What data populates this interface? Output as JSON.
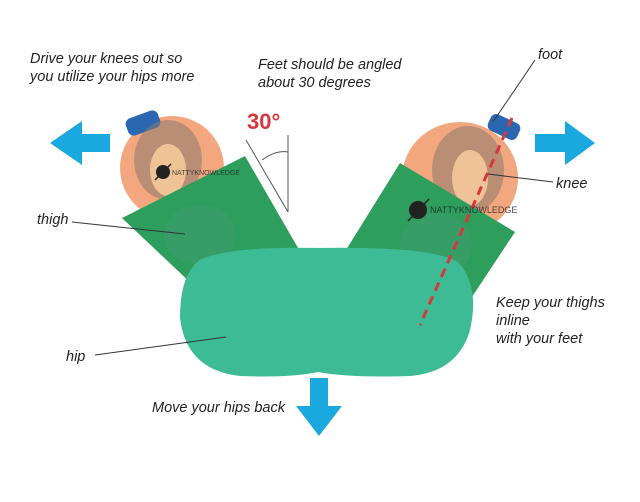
{
  "labels": {
    "knees_out": "Drive your knees out so\nyou utilize your hips more",
    "feet_angle": "Feet should be angled\nabout 30 degrees",
    "angle_value": "30°",
    "foot": "foot",
    "knee": "knee",
    "thigh": "thigh",
    "inline": "Keep your thighs inline\nwith your feet",
    "hip": "hip",
    "hips_back": "Move your hips back"
  },
  "watermark": "NATTYKNOWLEDGE",
  "colors": {
    "thigh_green": "#2e9e5c",
    "hip_teal": "#3dbb94",
    "skin": "#f2a77f",
    "arrow_blue": "#1aa9de",
    "angle_red": "#d9363e",
    "shoe_blue": "#2b67b0"
  },
  "icons": [
    "arrow-left-icon",
    "arrow-right-icon",
    "arrow-down-icon",
    "brain-logo-icon"
  ]
}
